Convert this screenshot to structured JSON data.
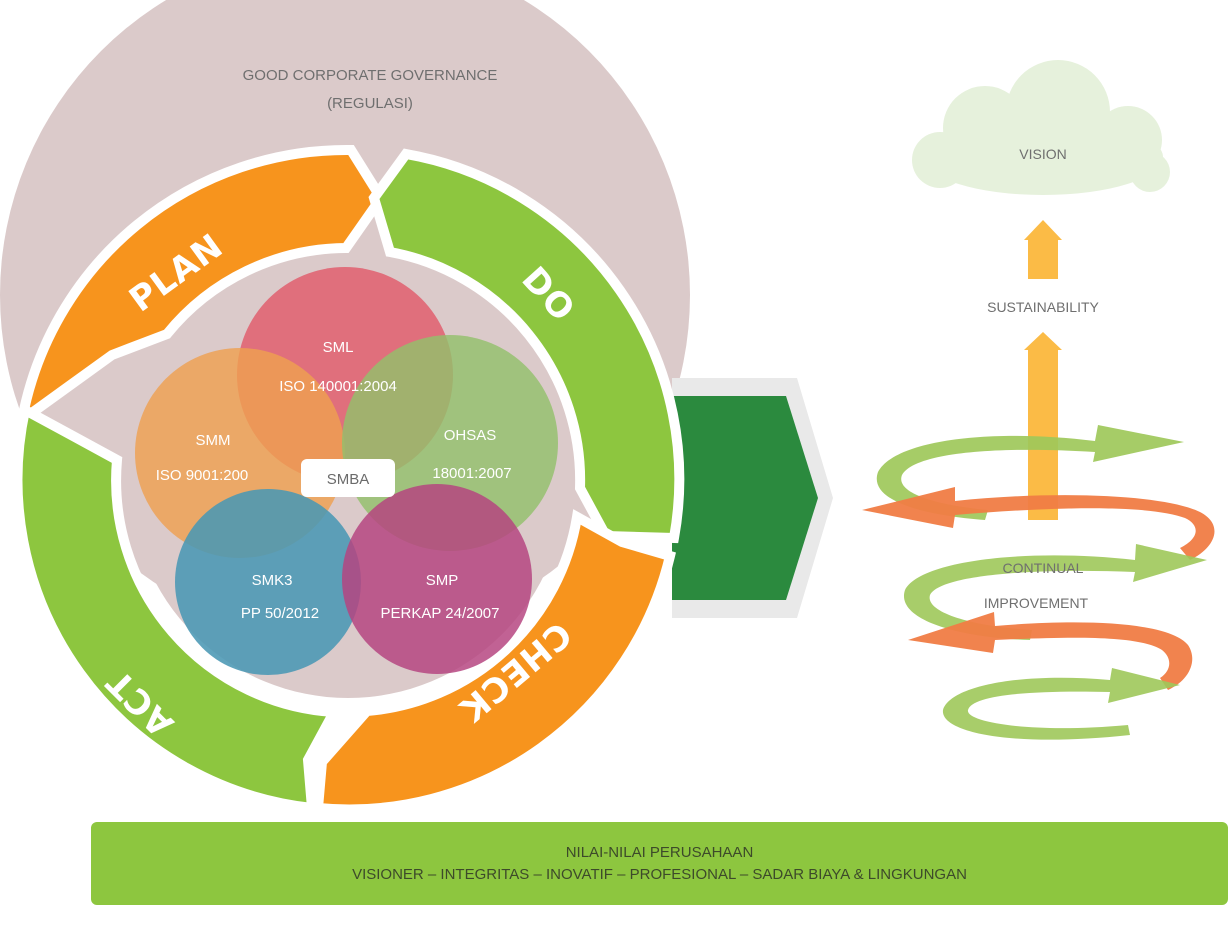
{
  "governance": {
    "line1": "GOOD CORPORATE GOVERNANCE",
    "line2": "(REGULASI)"
  },
  "pdca": {
    "plan": "PLAN",
    "do": "DO",
    "check": "CHECK",
    "act": "ACT"
  },
  "systems": {
    "sml": {
      "name": "SML",
      "standard": "ISO 140001:2004"
    },
    "smm": {
      "name": "SMM",
      "standard": "ISO 9001:200"
    },
    "ohsas": {
      "name": "OHSAS",
      "standard": "18001:2007"
    },
    "smk3": {
      "name": "SMK3",
      "standard": "PP 50/2012"
    },
    "smp": {
      "name": "SMP",
      "standard": "PERKAP 24/2007"
    },
    "center": "SMBA"
  },
  "right": {
    "vision": "VISION",
    "sustainability": "SUSTAINABILITY",
    "continual_line1": "CONTINUAL",
    "continual_line2": "IMPROVEMENT"
  },
  "values": {
    "title": "NILAI-NILAI PERUSAHAAN",
    "items": "VISIONER – INTEGRITAS – INOVATIF – PROFESIONAL – SADAR BIAYA & LINGKUNGAN"
  },
  "colors": {
    "orange": "#f7941d",
    "green": "#8dc63f",
    "dark_green": "#2b8a3e",
    "governance": "#dbcaca",
    "sml": "#e05a6a",
    "smm": "#eea050",
    "ohsas": "#93c06b",
    "smk3": "#4a97b4",
    "smp": "#b5447f"
  }
}
